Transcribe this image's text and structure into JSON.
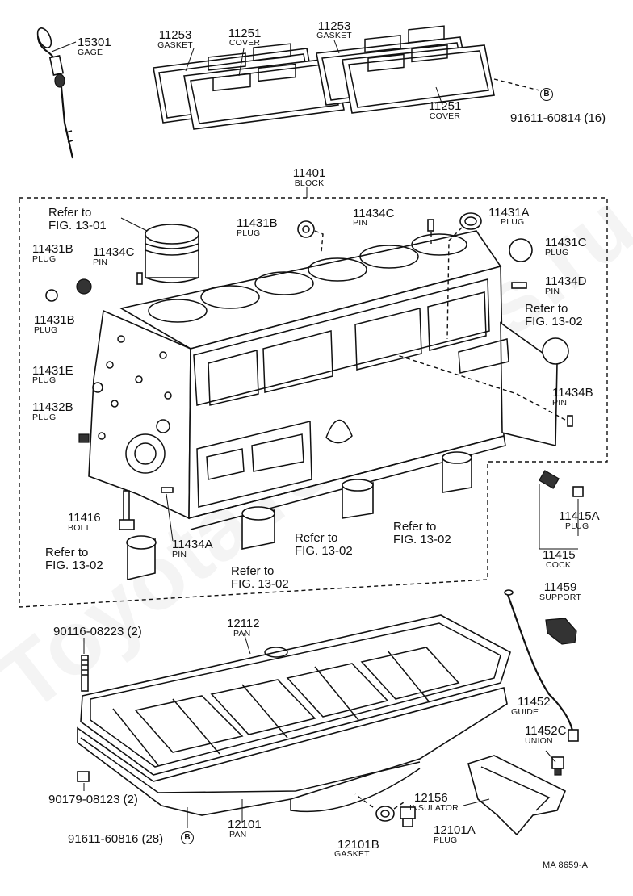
{
  "watermark": "ToyotaTeileRus.ru",
  "diagram_code": "MA 8659-A",
  "parts": {
    "gage_15301": {
      "number": "15301",
      "name": "GAGE"
    },
    "gasket_11253_left": {
      "number": "11253",
      "name": "GASKET"
    },
    "cover_11251_top": {
      "number": "11251",
      "name": "COVER"
    },
    "gasket_11253_right": {
      "number": "11253",
      "name": "GASKET"
    },
    "cover_11251_right": {
      "number": "11251",
      "name": "COVER"
    },
    "bolt_91611_60814": {
      "number": "91611-60814 (16)",
      "badge": "B"
    },
    "block_11401": {
      "number": "11401",
      "name": "BLOCK"
    },
    "ref_13_01": "Refer to\nFIG. 13-01",
    "plug_11431b_top": {
      "number": "11431B",
      "name": "PLUG"
    },
    "pin_11434c_top": {
      "number": "11434C",
      "name": "PIN"
    },
    "plug_11431a": {
      "number": "11431A",
      "name": "PLUG"
    },
    "plug_11431b_left": {
      "number": "11431B",
      "name": "PLUG"
    },
    "pin_11434c_left": {
      "number": "11434C",
      "name": "PIN"
    },
    "plug_11431c": {
      "number": "11431C",
      "name": "PLUG"
    },
    "pin_11434d": {
      "number": "11434D",
      "name": "PIN"
    },
    "plug_11431b_lower": {
      "number": "11431B",
      "name": "PLUG"
    },
    "ref_13_02_right": "Refer to\nFIG. 13-02",
    "plug_11431e": {
      "number": "11431E",
      "name": "PLUG"
    },
    "pin_11434b": {
      "number": "11434B",
      "name": "PIN"
    },
    "plug_11432b": {
      "number": "11432B",
      "name": "PLUG"
    },
    "bolt_11416": {
      "number": "11416",
      "name": "BOLT"
    },
    "pin_11434a": {
      "number": "11434A",
      "name": "PIN"
    },
    "ref_13_02_left": "Refer to\nFIG. 13-02",
    "ref_13_02_b": "Refer to\nFIG. 13-02",
    "ref_13_02_c": "Refer to\nFIG. 13-02",
    "ref_13_02_d": "Refer to\nFIG. 13-02",
    "plug_11415a": {
      "number": "11415A",
      "name": "PLUG"
    },
    "cock_11415": {
      "number": "11415",
      "name": "COCK"
    },
    "support_11459": {
      "number": "11459",
      "name": "SUPPORT"
    },
    "stud_90116_08223": {
      "number": "90116-08223 (2)"
    },
    "pan_12112": {
      "number": "12112",
      "name": "PAN"
    },
    "guide_11452": {
      "number": "11452",
      "name": "GUIDE"
    },
    "union_11452c": {
      "number": "11452C",
      "name": "UNION"
    },
    "nut_90179_08123": {
      "number": "90179-08123 (2)"
    },
    "insulator_12156": {
      "number": "12156",
      "name": "INSULATOR"
    },
    "bolt_91611_60816": {
      "number": "91611-60816 (28)",
      "badge": "B"
    },
    "pan_12101": {
      "number": "12101",
      "name": "PAN"
    },
    "gasket_12101b": {
      "number": "12101B",
      "name": "GASKET"
    },
    "plug_12101a": {
      "number": "12101A",
      "name": "PLUG"
    }
  }
}
